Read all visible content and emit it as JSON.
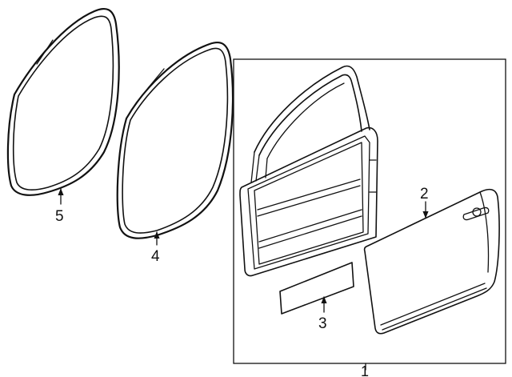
{
  "callouts": {
    "door_shell": "1",
    "outer_panel": "2",
    "panel_insert": "3",
    "door_weatherstrip": "4",
    "body_weatherstrip": "5"
  }
}
